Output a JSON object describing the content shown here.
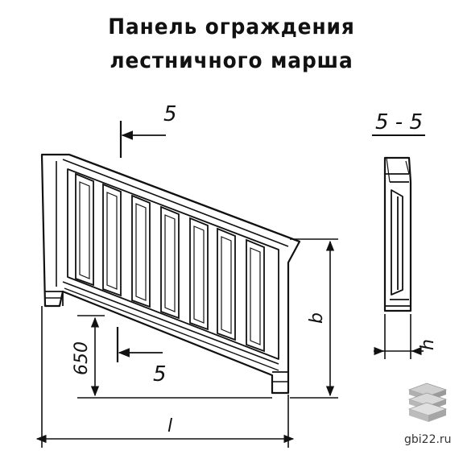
{
  "title": {
    "line1": "Панель ограждения",
    "line2": "лестничного марша"
  },
  "section": {
    "cut_mark": "5",
    "view_label": "5 - 5"
  },
  "dimensions": {
    "height": "b",
    "length": "l",
    "lower_height": "650",
    "thickness": "h"
  },
  "watermark": {
    "text": "gbi22.ru",
    "icon": "stacked-slabs-icon"
  }
}
